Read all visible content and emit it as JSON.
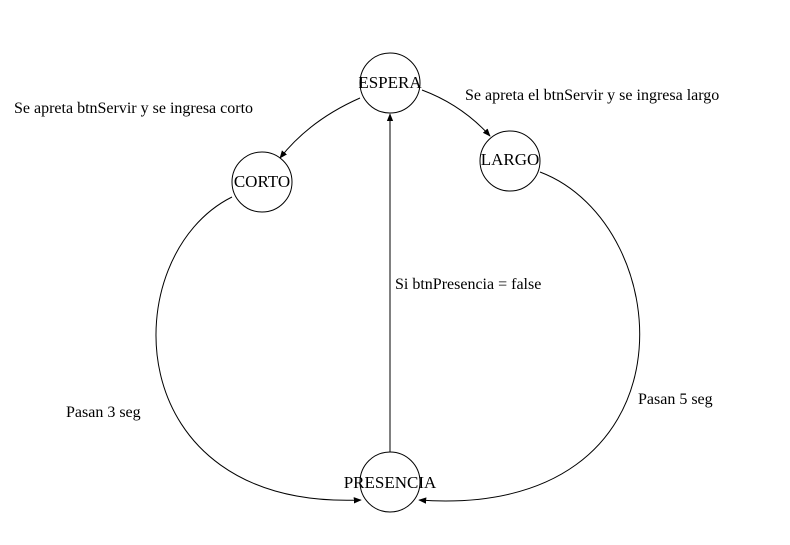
{
  "diagram": {
    "states": {
      "espera": "ESPERA",
      "corto": "CORTO",
      "largo": "LARGO",
      "presencia": "PRESENCIA"
    },
    "transitions": {
      "espera_to_corto": "Se apreta btnServir y se ingresa corto",
      "espera_to_largo": "Se apreta el btnServir y se ingresa largo",
      "corto_to_presencia": "Pasan 3 seg",
      "largo_to_presencia": "Pasan 5 seg",
      "presencia_to_espera": "Si btnPresencia = false"
    },
    "colors": {
      "stroke": "#000000",
      "background": "#ffffff"
    }
  }
}
